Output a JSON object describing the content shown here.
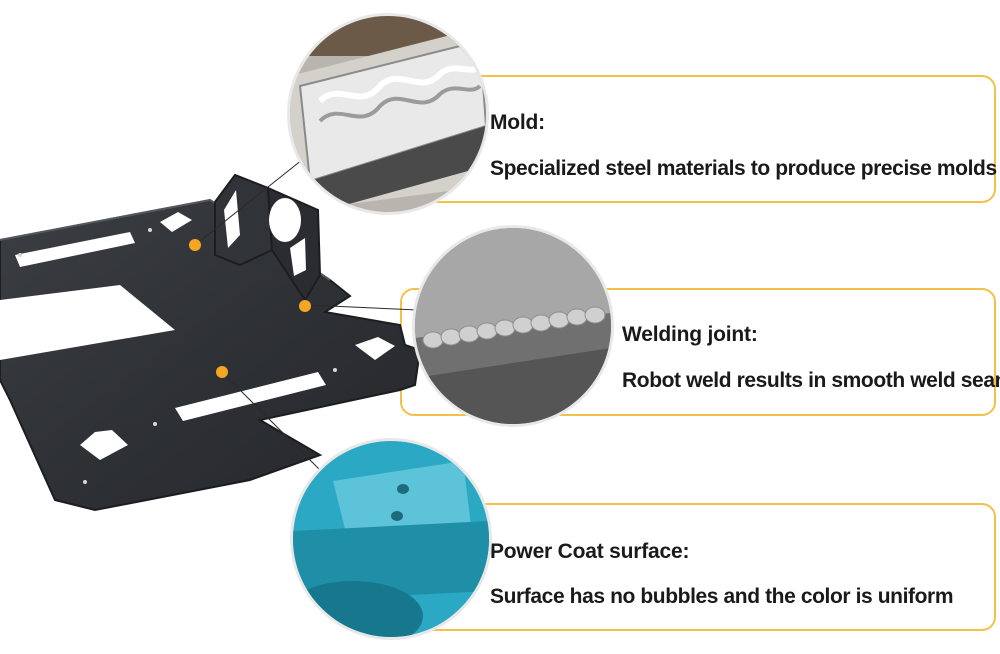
{
  "accent_color": "#f5a623",
  "callouts": [
    {
      "title": "Mold:",
      "description": "Specialized steel materials to produce precise molds"
    },
    {
      "title": "Welding joint:",
      "description": "Robot weld results in smooth weld seam"
    },
    {
      "title": "Power Coat surface:",
      "description": "Surface has no bubbles and the color is uniform"
    }
  ]
}
